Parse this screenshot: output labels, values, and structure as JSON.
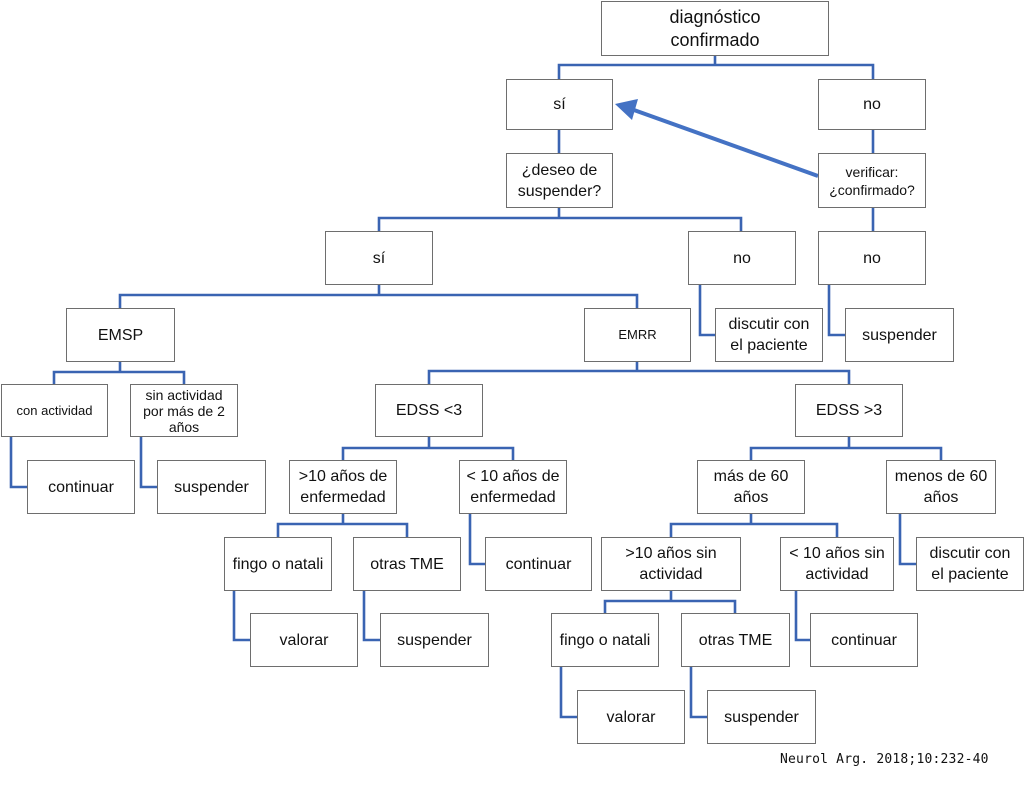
{
  "nodes": {
    "root": "diagnóstico\nconfirmado",
    "yes": "sí",
    "no": "no",
    "desire": "¿deseo de\nsuspender?",
    "verify": "verificar:\n¿confirmado?",
    "desire_yes": "sí",
    "desire_no": "no",
    "verify_no": "no",
    "discuss_1": "discutir con\nel paciente",
    "suspend_1": "suspender",
    "emsp": "EMSP",
    "emrr": "EMRR",
    "with_activity": "con actividad",
    "no_activity_2y": "sin actividad\npor más de 2\naños",
    "continue_1": "continuar",
    "suspend_2": "suspender",
    "edss_lt3": "EDSS <3",
    "edss_gt3": "EDSS >3",
    "gt10_disease": ">10 años de\nenfermedad",
    "lt10_disease": "< 10 años de\nenfermedad",
    "fingo_1": "fingo o natali",
    "other_tme_1": "otras TME",
    "continue_2": "continuar",
    "assess_1": "valorar",
    "suspend_3": "suspender",
    "over60": "más de 60\naños",
    "under60": "menos de 60\naños",
    "discuss_2": "discutir con\nel paciente",
    "gt10_noactivity": ">10 años sin\nactividad",
    "lt10_noactivity": "< 10 años sin\nactividad",
    "continue_3": "continuar",
    "fingo_2": "fingo o natali",
    "other_tme_2": "otras TME",
    "assess_2": "valorar",
    "suspend_4": "suspender"
  },
  "citation": "Neurol Arg. 2018;10:232-40",
  "colors": {
    "connector": "#3a64b2",
    "box_border": "#6e6e6e",
    "arrow": "#4472c4"
  }
}
